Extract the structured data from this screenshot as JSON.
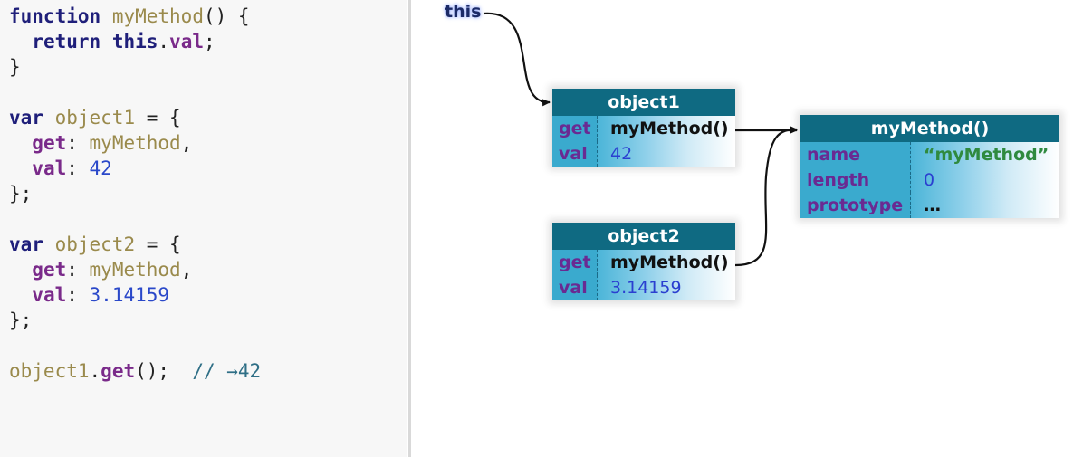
{
  "code": {
    "line1": {
      "kw": "function",
      "name": "myMethod",
      "rest": "() {"
    },
    "line2": {
      "kw1": "return",
      "kw2": "this",
      "dot": ".",
      "prop": "val",
      "semi": ";"
    },
    "line3": "}",
    "line5": {
      "kw": "var",
      "name": "object1",
      "rest": " = {"
    },
    "line6": {
      "prop": "get",
      "colon": ": ",
      "val": "myMethod",
      "comma": ","
    },
    "line7": {
      "prop": "val",
      "colon": ": ",
      "val": "42"
    },
    "line8": "};",
    "line10": {
      "kw": "var",
      "name": "object2",
      "rest": " = {"
    },
    "line11": {
      "prop": "get",
      "colon": ": ",
      "val": "myMethod",
      "comma": ","
    },
    "line12": {
      "prop": "val",
      "colon": ": ",
      "val": "3.14159"
    },
    "line13": "};",
    "line15": {
      "obj": "object1",
      "dot": ".",
      "method": "get",
      "rest": "();",
      "comment": "// →42"
    }
  },
  "diagram": {
    "this_label": "this",
    "object1": {
      "title": "object1",
      "rows": [
        {
          "key": "get",
          "value": "myMethod()"
        },
        {
          "key": "val",
          "value": "42"
        }
      ]
    },
    "object2": {
      "title": "object2",
      "rows": [
        {
          "key": "get",
          "value": "myMethod()"
        },
        {
          "key": "val",
          "value": "3.14159"
        }
      ]
    },
    "method": {
      "title": "myMethod()",
      "rows": [
        {
          "key": "name",
          "value": "“myMethod”"
        },
        {
          "key": "length",
          "value": "0"
        },
        {
          "key": "prototype",
          "value": "…"
        }
      ]
    }
  },
  "colors": {
    "header": "#0f6a82",
    "key_cell": "#3aaace",
    "key_text": "#6a2a92",
    "number": "#2a3fd0",
    "string": "#2f8a3f",
    "keyword": "#1f1f7a",
    "identifier": "#9a8a4c",
    "comment": "#2f6f86"
  }
}
